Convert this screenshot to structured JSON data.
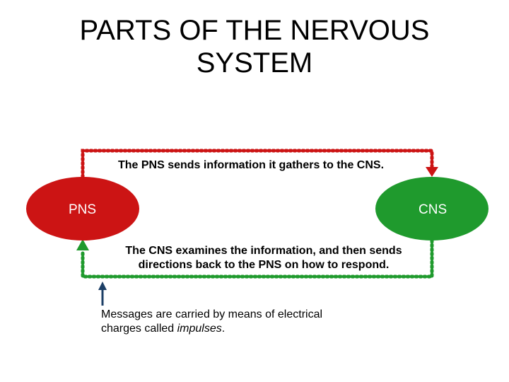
{
  "title": "PARTS OF THE NERVOUS SYSTEM",
  "nodes": {
    "pns": {
      "label": "PNS",
      "color": "#cc1414"
    },
    "cns": {
      "label": "CNS",
      "color": "#1f9a2d"
    }
  },
  "arrows": {
    "top_color": "#cc1414",
    "bottom_color": "#1f9a2d",
    "note_color": "#1c3f66"
  },
  "captions": {
    "top": "The PNS sends information it gathers to the CNS.",
    "bottom_line1": "The CNS examines the information, and then sends",
    "bottom_line2": "directions back to the PNS on how to respond."
  },
  "note": {
    "line1": "Messages are carried by means of electrical",
    "line2_prefix": "charges called ",
    "line2_emphasis": "impulses",
    "line2_suffix": "."
  }
}
